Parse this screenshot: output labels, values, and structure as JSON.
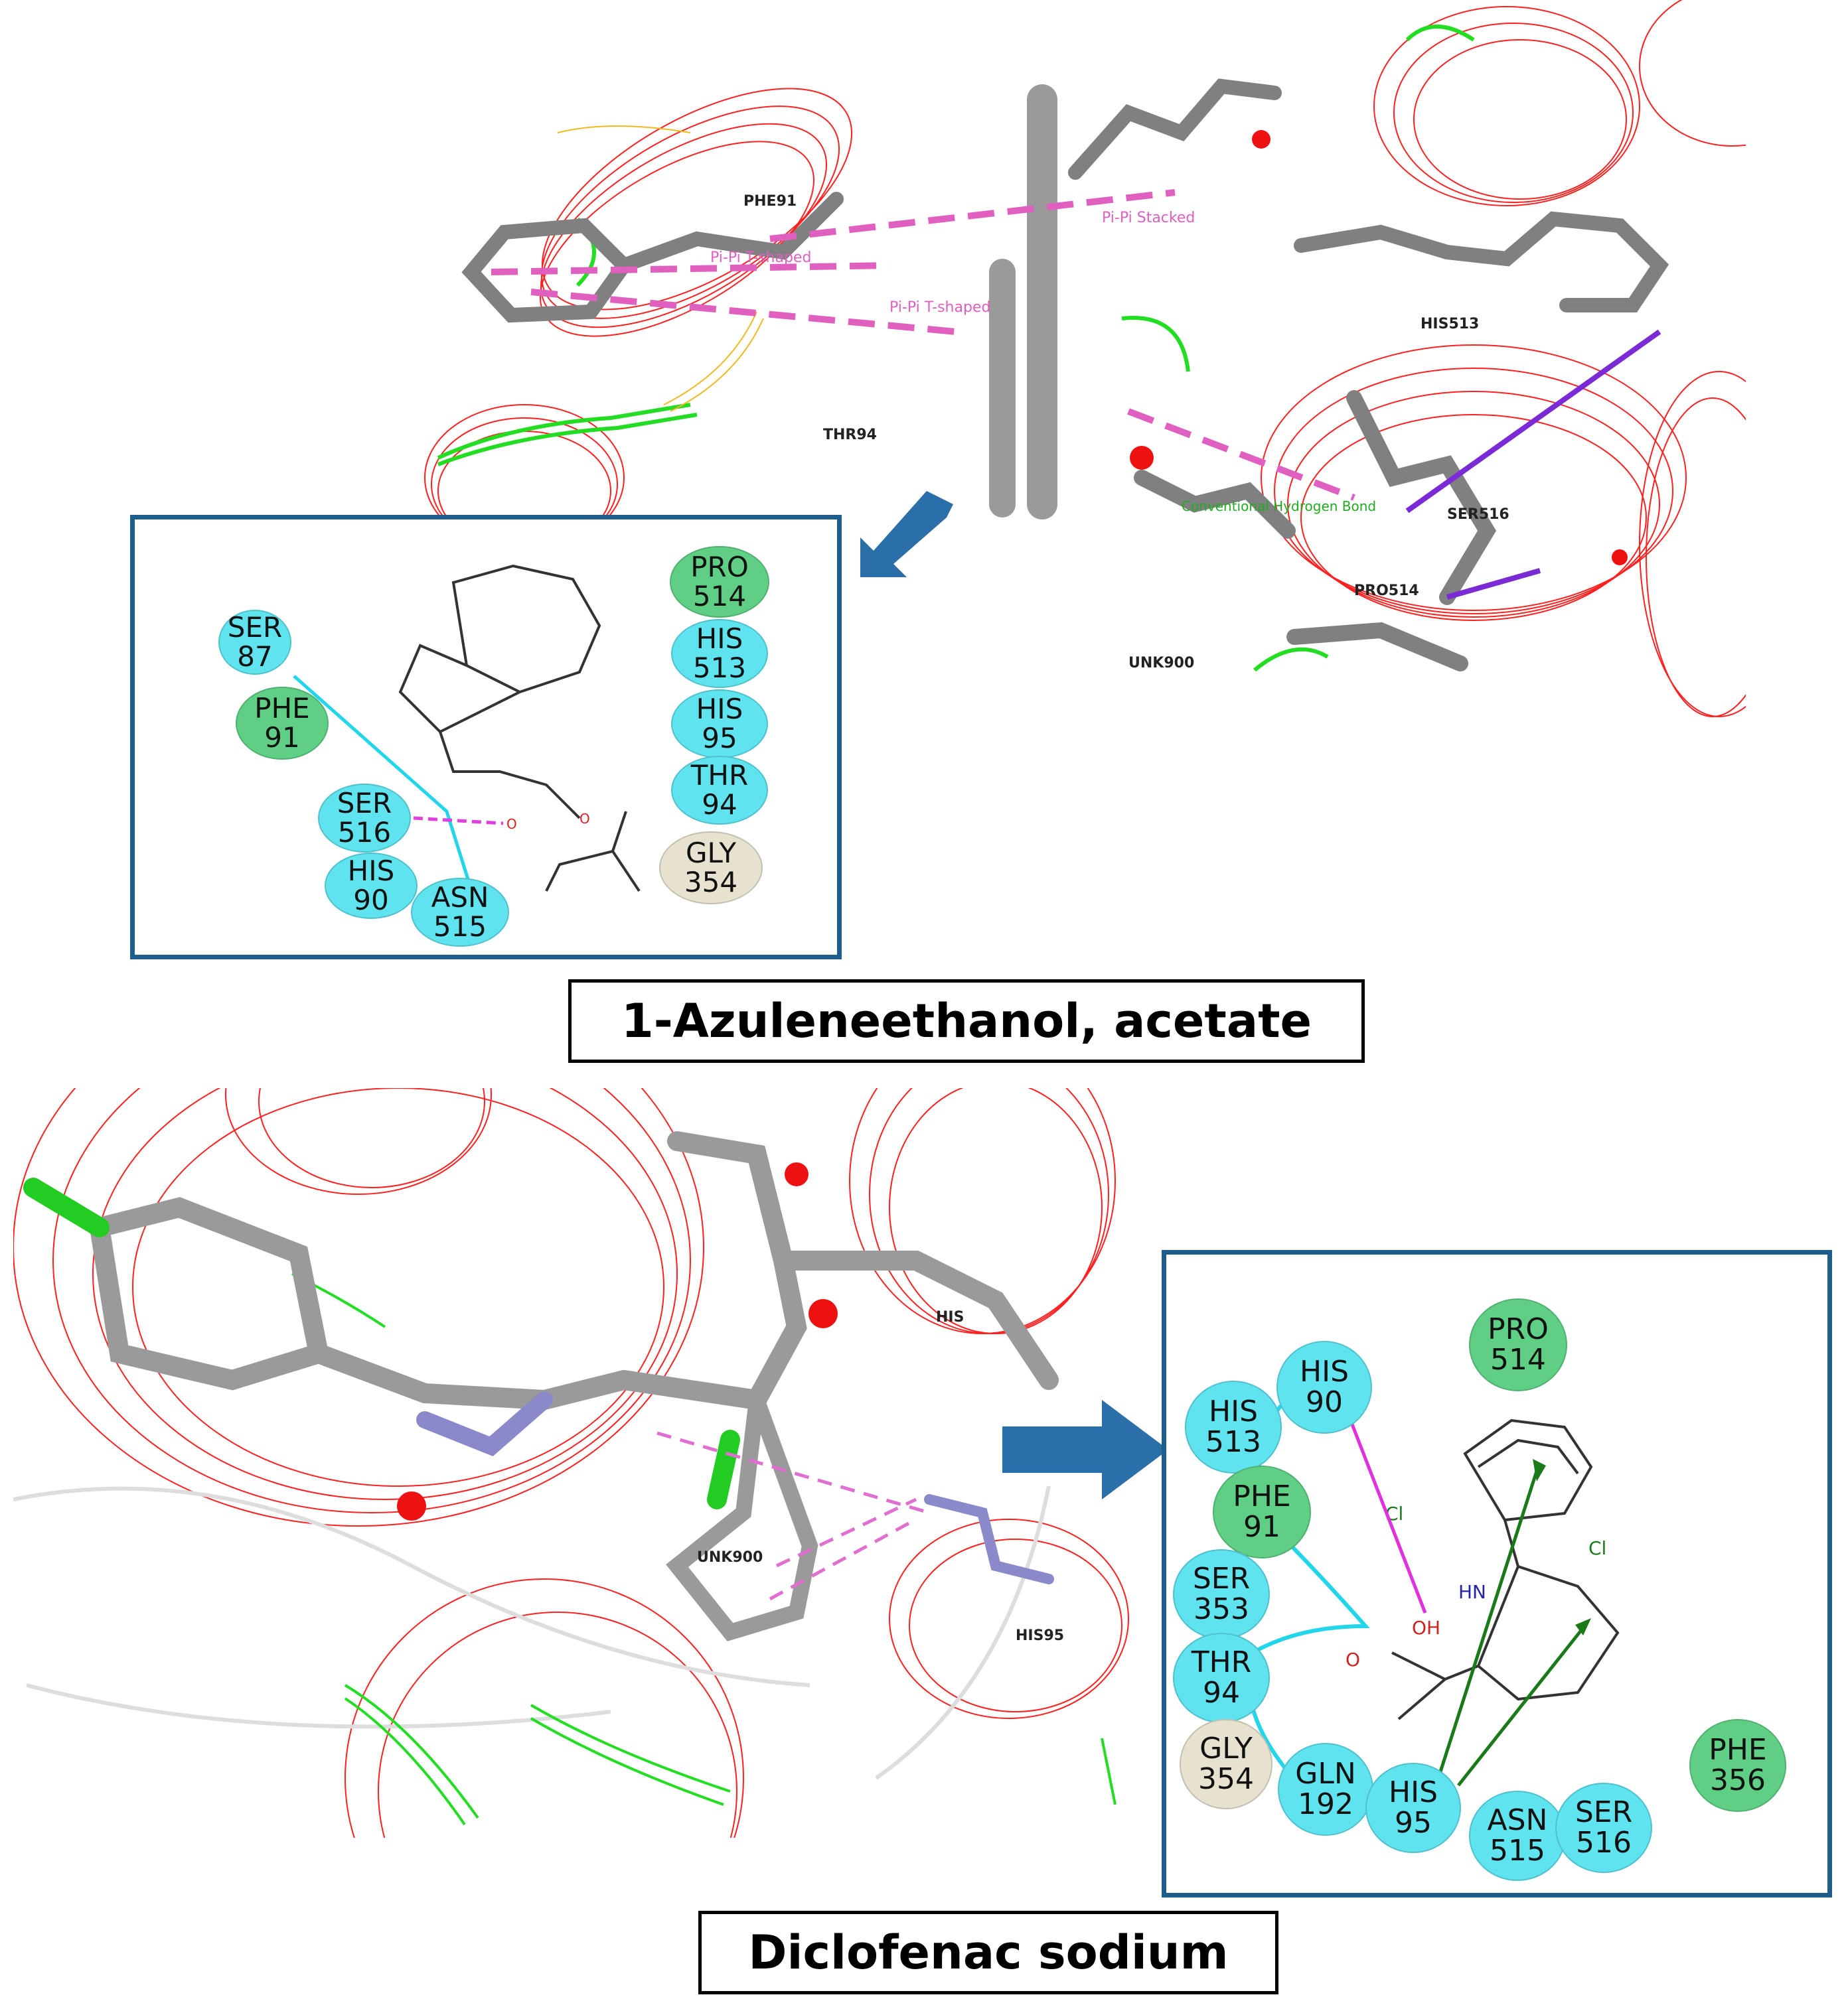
{
  "top_panel": {
    "title": "1-Azuleneethanol, acetate",
    "residue_labels_3d": [
      "PHE91",
      "Pi-Pi Stacked",
      "Pi-Pi T-shaped",
      "Pi-Pi T-shaped",
      "HIS513",
      "THR94",
      "SER516",
      "PRO514",
      "UNK900",
      "Conventional Hydrogen Bond"
    ],
    "inset_residues": [
      {
        "name": "SER",
        "number": "87",
        "type": "cyan"
      },
      {
        "name": "PHE",
        "number": "91",
        "type": "green"
      },
      {
        "name": "SER",
        "number": "516",
        "type": "cyan"
      },
      {
        "name": "HIS",
        "number": "90",
        "type": "cyan"
      },
      {
        "name": "ASN",
        "number": "515",
        "type": "cyan"
      },
      {
        "name": "PRO",
        "number": "514",
        "type": "green"
      },
      {
        "name": "HIS",
        "number": "513",
        "type": "cyan"
      },
      {
        "name": "HIS",
        "number": "95",
        "type": "cyan"
      },
      {
        "name": "THR",
        "number": "94",
        "type": "cyan"
      },
      {
        "name": "GLY",
        "number": "354",
        "type": "beige"
      }
    ],
    "atom_labels": [
      "O",
      "O"
    ]
  },
  "bottom_panel": {
    "title": "Diclofenac sodium",
    "residue_labels_3d": [
      "HIS",
      "UNK900",
      "HIS95"
    ],
    "inset_residues": [
      {
        "name": "PRO",
        "number": "514",
        "type": "green"
      },
      {
        "name": "HIS",
        "number": "90",
        "type": "cyan"
      },
      {
        "name": "HIS",
        "number": "513",
        "type": "cyan"
      },
      {
        "name": "PHE",
        "number": "91",
        "type": "green"
      },
      {
        "name": "SER",
        "number": "353",
        "type": "cyan"
      },
      {
        "name": "THR",
        "number": "94",
        "type": "cyan"
      },
      {
        "name": "GLY",
        "number": "354",
        "type": "beige"
      },
      {
        "name": "GLN",
        "number": "192",
        "type": "cyan"
      },
      {
        "name": "HIS",
        "number": "95",
        "type": "cyan"
      },
      {
        "name": "ASN",
        "number": "515",
        "type": "cyan"
      },
      {
        "name": "SER",
        "number": "516",
        "type": "cyan"
      },
      {
        "name": "PHE",
        "number": "356",
        "type": "green"
      }
    ],
    "atom_labels": {
      "cl1": "Cl",
      "cl2": "Cl",
      "hn": "HN",
      "oh": "OH",
      "o": "O"
    }
  },
  "colors": {
    "inset_border": "#1f5d8c",
    "arrow": "#2a6fa8",
    "cyan_residue": "#5fe3ef",
    "green_residue": "#5fcf85",
    "beige_residue": "#e6e2cf",
    "ribbon_red": "#ff2020",
    "ribbon_green": "#22dd22"
  }
}
